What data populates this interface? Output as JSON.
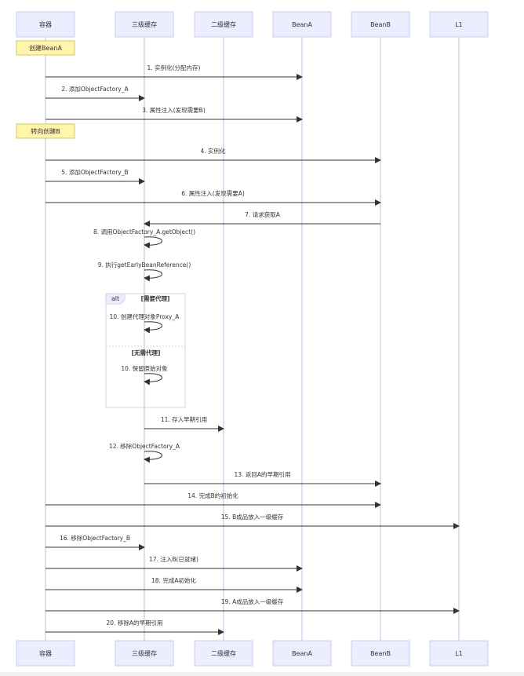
{
  "participants": [
    {
      "id": "container",
      "label": "容器"
    },
    {
      "id": "l3",
      "label": "三级缓存"
    },
    {
      "id": "l2",
      "label": "二级缓存"
    },
    {
      "id": "beanA",
      "label": "BeanA"
    },
    {
      "id": "beanB",
      "label": "BeanB"
    },
    {
      "id": "l1",
      "label": "L1"
    }
  ],
  "notes": [
    {
      "label": "创建BeanA",
      "over": "container"
    },
    {
      "label": "转向创建B",
      "over": "container"
    }
  ],
  "alt": {
    "tag": "alt",
    "cond1": "[需要代理]",
    "cond2": "[无需代理]"
  },
  "messages": [
    {
      "label": "1. 实例化(分配内存)",
      "from": "container",
      "to": "beanA"
    },
    {
      "label": "2. 添加ObjectFactory_A",
      "from": "container",
      "to": "l3"
    },
    {
      "label": "3. 属性注入(发现需要B)",
      "from": "container",
      "to": "beanA"
    },
    {
      "label": "4. 实例化",
      "from": "container",
      "to": "beanB"
    },
    {
      "label": "5. 添加ObjectFactory_B",
      "from": "container",
      "to": "l3"
    },
    {
      "label": "6. 属性注入(发现需要A)",
      "from": "container",
      "to": "beanB"
    },
    {
      "label": "7. 请求获取A",
      "from": "beanB",
      "to": "l3"
    },
    {
      "label": "8. 调用ObjectFactory_A.getObject()",
      "from": "l3",
      "to": "l3"
    },
    {
      "label": "9. 执行getEarlyBeanReference()",
      "from": "l3",
      "to": "l3"
    },
    {
      "label": "10. 创建代理对象Proxy_A",
      "from": "l3",
      "to": "l3"
    },
    {
      "label": "10. 保留原始对象",
      "from": "l3",
      "to": "l3"
    },
    {
      "label": "11. 存入早期引用",
      "from": "l3",
      "to": "l2"
    },
    {
      "label": "12. 移除ObjectFactory_A",
      "from": "l3",
      "to": "l3"
    },
    {
      "label": "13. 返回A的早期引用",
      "from": "l3",
      "to": "beanB"
    },
    {
      "label": "14. 完成B的初始化",
      "from": "container",
      "to": "beanB"
    },
    {
      "label": "15. B成品放入一级缓存",
      "from": "container",
      "to": "l1"
    },
    {
      "label": "16. 移除ObjectFactory_B",
      "from": "container",
      "to": "l3"
    },
    {
      "label": "17. 注入B(已就绪)",
      "from": "container",
      "to": "beanA"
    },
    {
      "label": "18. 完成A初始化",
      "from": "container",
      "to": "beanA"
    },
    {
      "label": "19. A成品放入一级缓存",
      "from": "container",
      "to": "l1"
    },
    {
      "label": "20. 移除A的早期引用",
      "from": "container",
      "to": "l2"
    }
  ]
}
